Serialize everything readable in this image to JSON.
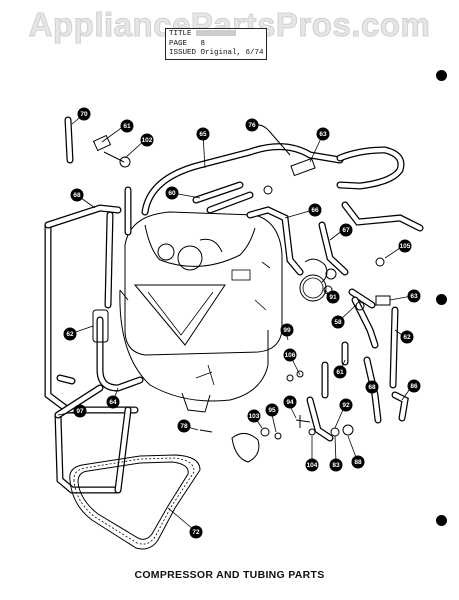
{
  "watermark": "AppliancePartsPros.com",
  "title_block": {
    "line1_prefix": "TITLE",
    "line1_value": "",
    "line2_label": "PAGE",
    "line2_value": "8",
    "line3_label": "ISSUED",
    "line3_value": "Original, 6/74"
  },
  "caption": "COMPRESSOR AND TUBING PARTS",
  "callouts": [
    {
      "label": "70"
    },
    {
      "label": "61"
    },
    {
      "label": "102"
    },
    {
      "label": "65"
    },
    {
      "label": "76"
    },
    {
      "label": "63"
    },
    {
      "label": "60"
    },
    {
      "label": "66"
    },
    {
      "label": "67"
    },
    {
      "label": "68"
    },
    {
      "label": "62"
    },
    {
      "label": "64"
    },
    {
      "label": "105"
    },
    {
      "label": "91"
    },
    {
      "label": "63"
    },
    {
      "label": "58"
    },
    {
      "label": "62"
    },
    {
      "label": "99"
    },
    {
      "label": "106"
    },
    {
      "label": "61"
    },
    {
      "label": "68"
    },
    {
      "label": "97"
    },
    {
      "label": "86"
    },
    {
      "label": "103"
    },
    {
      "label": "95"
    },
    {
      "label": "94"
    },
    {
      "label": "92"
    },
    {
      "label": "78"
    },
    {
      "label": "104"
    },
    {
      "label": "83"
    },
    {
      "label": "88"
    },
    {
      "label": "72"
    }
  ]
}
